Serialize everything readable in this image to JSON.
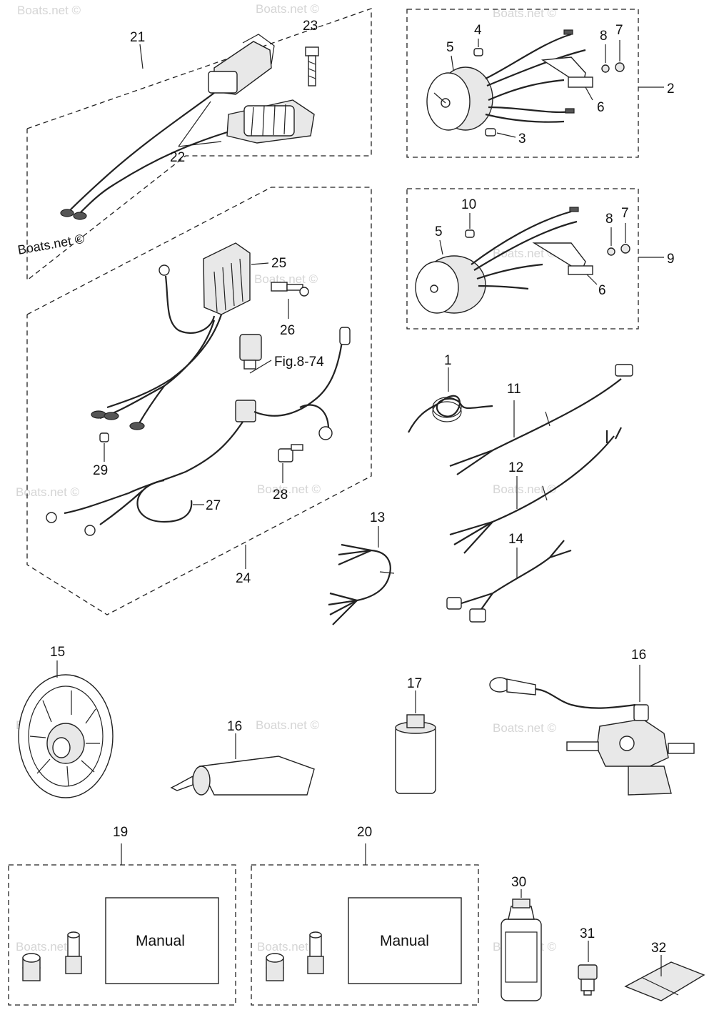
{
  "watermark": "Boats.net ©",
  "fig_ref": "Fig.8-74",
  "manual_label": "Manual",
  "callouts": {
    "c1": "1",
    "c2": "2",
    "c3": "3",
    "c4": "4",
    "c5a": "5",
    "c5b": "5",
    "c6a": "6",
    "c6b": "6",
    "c7a": "7",
    "c7b": "7",
    "c8a": "8",
    "c8b": "8",
    "c9": "9",
    "c10": "10",
    "c11": "11",
    "c12": "12",
    "c13": "13",
    "c14": "14",
    "c15": "15",
    "c16a": "16",
    "c16b": "16",
    "c17": "17",
    "c19": "19",
    "c20": "20",
    "c21": "21",
    "c22": "22",
    "c23": "23",
    "c24": "24",
    "c25": "25",
    "c26": "26",
    "c27": "27",
    "c28": "28",
    "c29": "29",
    "c30": "30",
    "c31": "31",
    "c32": "32"
  }
}
